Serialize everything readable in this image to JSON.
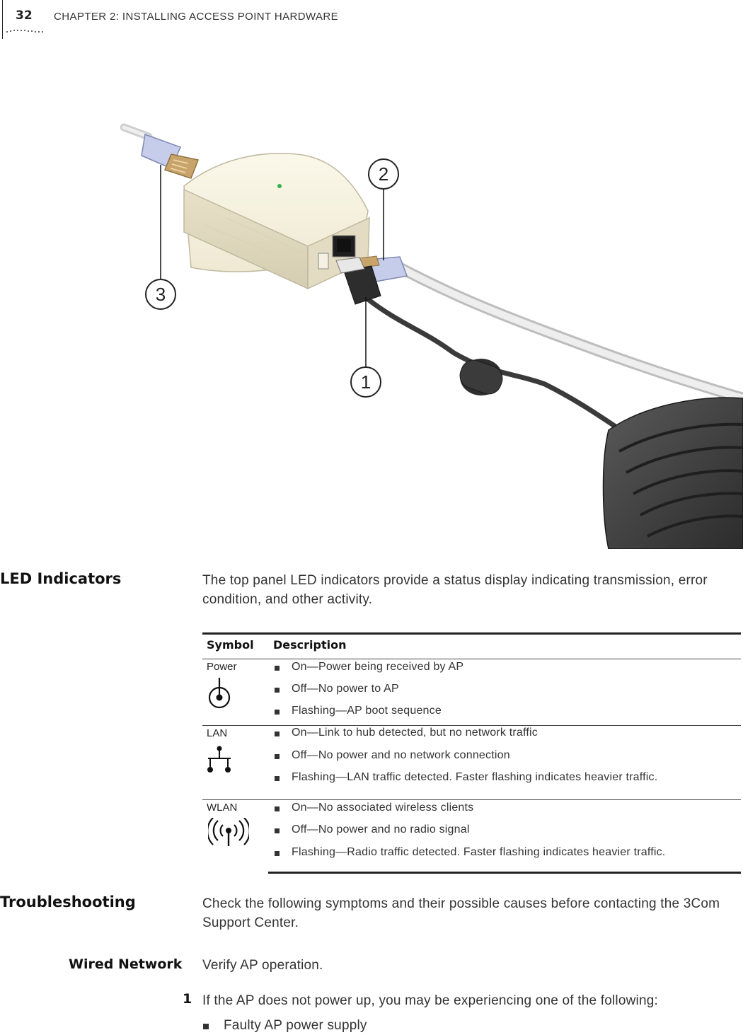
{
  "header": {
    "page_number": "32",
    "chapter_prefix": "C",
    "chapter_rest": "HAPTER 2: INSTALLING ACCESS POINT HARDWARE",
    "chapter_full": "CHAPTER 2: INSTALLING ACCESS POINT HARDWARE"
  },
  "figure": {
    "callouts": [
      "1",
      "2",
      "3"
    ]
  },
  "led_section": {
    "heading": "LED Indicators",
    "intro": "The top panel LED indicators provide a status display indicating transmission, error condition, and other activity.",
    "table": {
      "col_symbol": "Symbol",
      "col_description": "Description",
      "rows": [
        {
          "symbol": "Power",
          "icon": "power-led-icon",
          "items": [
            "On—Power being received by AP",
            "Off—No power to AP",
            "Flashing—AP boot sequence"
          ]
        },
        {
          "symbol": "LAN",
          "icon": "lan-led-icon",
          "items": [
            "On—Link to hub detected, but no network traffic",
            "Off—No power and no network connection",
            "Flashing—LAN traffic detected. Faster flashing indicates heavier traffic."
          ]
        },
        {
          "symbol": "WLAN",
          "icon": "wlan-led-icon",
          "items": [
            "On—No associated wireless clients",
            "Off—No power and no radio signal",
            "Flashing—Radio traffic detected. Faster flashing indicates heavier traffic."
          ]
        }
      ]
    }
  },
  "troubleshooting": {
    "heading": "Troubleshooting",
    "intro": "Check the following symptoms and their possible causes before contacting the 3Com Support Center.",
    "wired": {
      "heading": "Wired Network",
      "text": "Verify AP operation.",
      "steps": [
        {
          "num": "1",
          "text": "If the AP does not power up, you may be experiencing one of the following:",
          "bullets": [
            "Faulty AP power supply"
          ]
        }
      ]
    }
  }
}
